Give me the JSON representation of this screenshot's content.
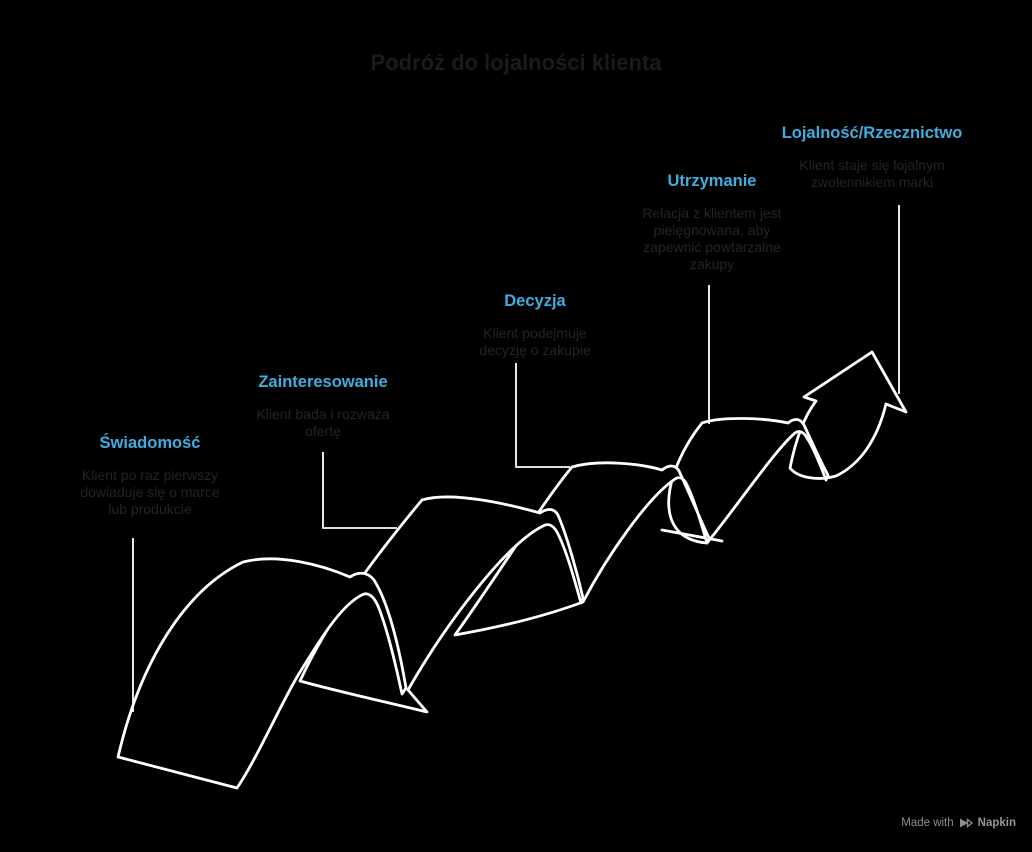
{
  "title": "Podróż do lojalności klienta",
  "stages": [
    {
      "title": "Świadomość",
      "desc": "Klient po raz pierwszy\ndowiaduje się o marce\nlub produkcie"
    },
    {
      "title": "Zainteresowanie",
      "desc": "Klient bada i rozważa\nofertę"
    },
    {
      "title": "Decyzja",
      "desc": "Klient podejmuje\ndecyzję o zakupie"
    },
    {
      "title": "Utrzymanie",
      "desc": "Relacja z klientem jest\npielęgnowana, aby\nzapewnić powtarzalne\nzakupy"
    },
    {
      "title": "Lojalność/Rzecznictwo",
      "desc": "Klient staje się lojalnym\nzwolennikiem marki"
    }
  ],
  "colors": {
    "background": "#000000",
    "stage_title": "#40ade0",
    "description_text": "#242424",
    "main_title": "#1b1b1b",
    "ribbon_stroke": "#ffffff"
  },
  "badge": {
    "made_with": "Made with",
    "brand": "Napkin"
  }
}
